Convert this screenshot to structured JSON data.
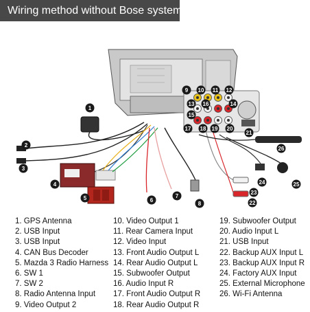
{
  "title": "Wiring method without Bose system",
  "callouts": [
    "1",
    "2",
    "3",
    "4",
    "5",
    "6",
    "7",
    "8",
    "9",
    "10",
    "11",
    "12",
    "13",
    "14",
    "15",
    "16",
    "17",
    "18",
    "19",
    "20",
    "21",
    "22",
    "23",
    "24",
    "25",
    "26"
  ],
  "legend": {
    "col1": [
      "1. GPS Antenna",
      "2. USB Input",
      "3. USB Input",
      "4. CAN Bus Decoder",
      "5. Mazda 3 Radio Harness",
      "6. SW 1",
      "7. SW 2",
      "8. Radio Antenna Input",
      "9. Video Output 2"
    ],
    "col2": [
      "10. Video Output 1",
      "11. Rear Camera Input",
      "12. Video Input",
      "13. Front Audio Output L",
      "14. Rear Audio Output L",
      "15. Subwoofer Output",
      "16. Audio Input R",
      "17. Front Audio Output R",
      "18. Rear Audio Output R"
    ],
    "col3": [
      "19. Subwoofer Output",
      "20. Audio Input L",
      "21. USB Input",
      "22. Backup AUX Input L",
      "23. Backup AUX Input R",
      "24. Factory AUX Input",
      "25. External Microphone",
      "26. Wi-Fi Antenna"
    ]
  },
  "colors": {
    "banner": "#484848",
    "callout": "#1a1a1a",
    "rca_red": "#d8262b",
    "rca_yellow": "#e8c21a",
    "rca_white": "#f2f2f2",
    "harness_red": "#b3261e"
  }
}
